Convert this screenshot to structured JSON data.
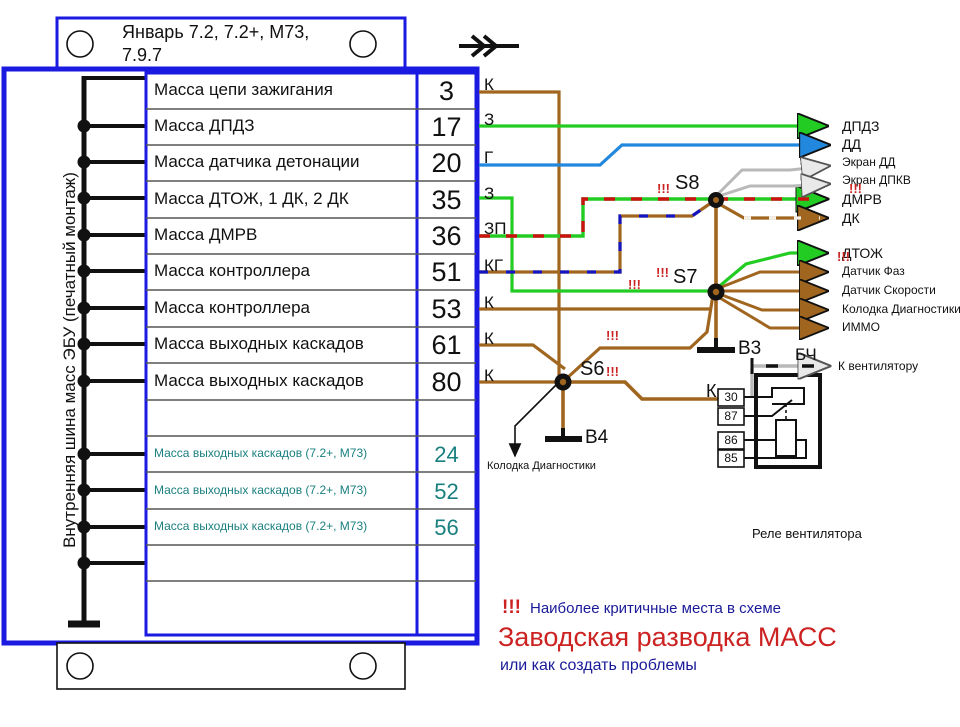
{
  "header": {
    "title_line1": "Январь 7.2, 7.2+, M73,",
    "title_line2": "7.9.7"
  },
  "side_label": "Внутренняя шина масс ЭБУ (печатный монтаж)",
  "table": {
    "rows": [
      {
        "label": "Масса цепи зажигания",
        "pin": "3",
        "style": "black"
      },
      {
        "label": "Масса ДПДЗ",
        "pin": "17",
        "style": "black"
      },
      {
        "label": "Масса датчика детонации",
        "pin": "20",
        "style": "black"
      },
      {
        "label": "Масса ДТОЖ,  1 ДК, 2 ДК",
        "pin": "35",
        "style": "black"
      },
      {
        "label": "Масса ДМРВ",
        "pin": "36",
        "style": "black"
      },
      {
        "label": "Масса контроллера",
        "pin": "51",
        "style": "black"
      },
      {
        "label": "Масса контроллера",
        "pin": "53",
        "style": "black"
      },
      {
        "label": "Масса выходных каскадов",
        "pin": "61",
        "style": "black"
      },
      {
        "label": "Масса выходных каскадов",
        "pin": "80",
        "style": "black"
      },
      {
        "label": "",
        "pin": "",
        "style": "empty"
      },
      {
        "label": "Масса выходных каскадов (7.2+, M73)",
        "pin": "24",
        "style": "teal"
      },
      {
        "label": "Масса выходных каскадов (7.2+, M73)",
        "pin": "52",
        "style": "teal"
      },
      {
        "label": "Масса выходных каскадов (7.2+, M73)",
        "pin": "56",
        "style": "teal"
      },
      {
        "label": "",
        "pin": "",
        "style": "empty"
      },
      {
        "label": "",
        "pin": "",
        "style": "empty"
      }
    ]
  },
  "wire_codes": {
    "left": [
      "К",
      "З",
      "Г",
      "З",
      "ЗП",
      "КГ",
      "К",
      "К",
      "К"
    ]
  },
  "destinations": [
    {
      "label": "ДПДЗ",
      "color": "#22cc22"
    },
    {
      "label": "ДД",
      "color": "#2288dd"
    },
    {
      "label": "Экран ДД",
      "color": "#b9b9b9"
    },
    {
      "label": "Экран ДПКВ",
      "color": "#b9b9b9"
    },
    {
      "label": "ДМРВ",
      "color": "#22cc22"
    },
    {
      "label": "ДК",
      "color": "#a0661f"
    },
    {
      "label": "ДТОЖ",
      "color": "#22cc22"
    },
    {
      "label": "Датчик Фаз",
      "color": "#a0661f"
    },
    {
      "label": "Датчик Скорости",
      "color": "#a0661f"
    },
    {
      "label": "Колодка Диагностики",
      "color": "#a0661f"
    },
    {
      "label": "ИММО",
      "color": "#a0661f"
    }
  ],
  "junctions": {
    "s8": "S8",
    "s7": "S7",
    "s6": "S6",
    "b3": "B3",
    "b4": "B4"
  },
  "annotations": {
    "diag_connector": "Колодка Диагностики",
    "relay_caption": "Реле вентилятора",
    "fan_output": "К вентилятору",
    "fan_wire_code": "БЧ",
    "relay_in_code": "К"
  },
  "relay": {
    "terminals": [
      "30",
      "87",
      "86",
      "85"
    ]
  },
  "critical_marks": {
    "symbol": "!!!",
    "count": 7
  },
  "footer": {
    "legend_marks": "!!!",
    "legend_text": "Наиболее критичные места в схеме",
    "title": "Заводская разводка МАСС",
    "subtitle": "или как создать проблемы"
  },
  "colors": {
    "frame_blue": "#1a1ae0",
    "wire_green": "#22cc22",
    "wire_blue": "#2288dd",
    "wire_brown": "#a0661f",
    "wire_gray": "#b9b9b9",
    "wire_red_dash": "#cc1111",
    "wire_blue_dash": "#1515c0",
    "teal_text": "#1a7f7f",
    "red_text": "#cc2222",
    "dark_blue_text": "#1a1a99"
  }
}
